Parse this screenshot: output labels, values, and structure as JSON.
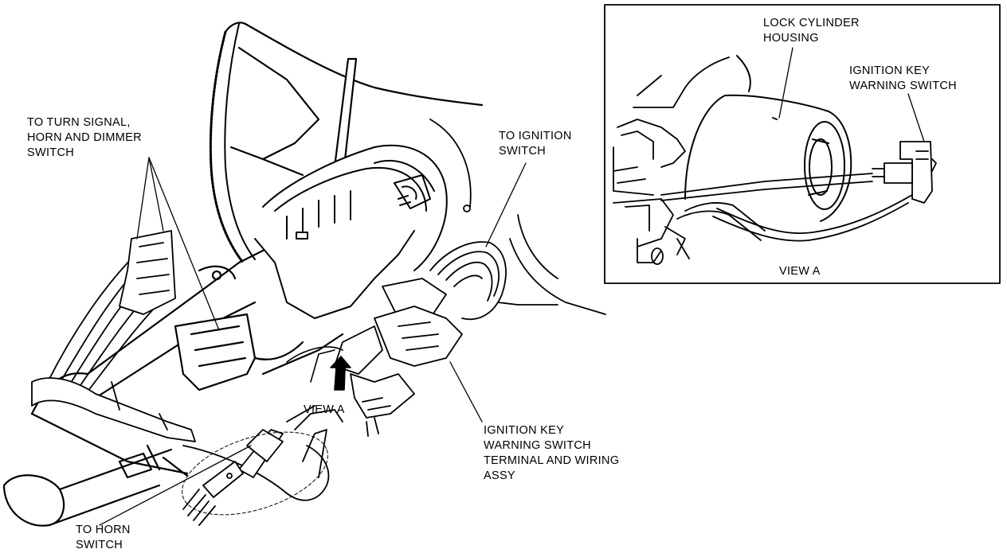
{
  "labels": {
    "turn_signal": [
      "TO TURN SIGNAL,",
      "HORN AND DIMMER",
      "SWITCH"
    ],
    "ignition_switch": [
      "TO IGNITION",
      "SWITCH"
    ],
    "view_a_main": "VIEW A",
    "ignition_key_assy": [
      "IGNITION KEY",
      "WARNING SWITCH",
      "TERMINAL AND WIRING",
      "ASSY"
    ],
    "horn_switch": [
      "TO HORN",
      "SWITCH"
    ],
    "lock_cylinder": [
      "LOCK CYLINDER",
      "HOUSING"
    ],
    "ignition_key_warning": [
      "IGNITION KEY",
      "WARNING SWITCH"
    ],
    "view_a_inset": "VIEW A"
  },
  "colors": {
    "ink": "#000000",
    "paper": "#ffffff"
  }
}
